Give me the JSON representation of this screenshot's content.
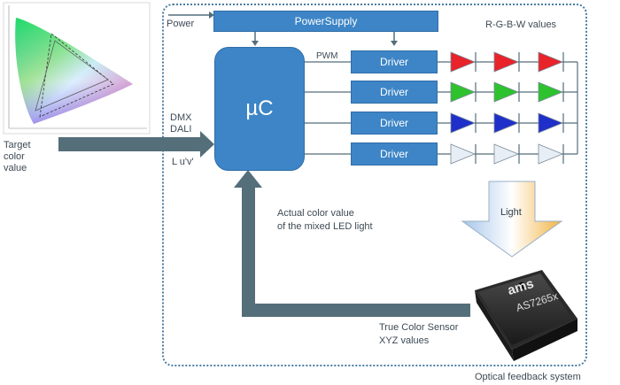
{
  "cie_chart": {
    "icon": "cie-chromaticity-diagram"
  },
  "labels": {
    "target": [
      "Target",
      "color",
      "value"
    ],
    "power": "Power",
    "dmx": "DMX",
    "dali": "DALI",
    "luv": "L u'v'",
    "pwm": "PWM",
    "rgbw": "R-G-B-W values",
    "light": "Light",
    "actual_line1": "Actual color value",
    "actual_line2": "of the mixed LED light",
    "sensor_line1": "True Color Sensor",
    "sensor_line2": "XYZ values",
    "system": "Optical feedback system"
  },
  "blocks": {
    "power_supply": "PowerSupply",
    "controller": "µC",
    "drivers": [
      "Driver",
      "Driver",
      "Driver",
      "Driver"
    ]
  },
  "sensor": {
    "logo": "ams",
    "model": "AS7265x",
    "icon": "sensor-chip"
  },
  "colors": {
    "block": "#3d85c6",
    "arrow": "#546e7a",
    "led_channels": [
      "#e8232a",
      "#2ec22e",
      "#1f2fc9",
      "#e8eef5"
    ]
  }
}
